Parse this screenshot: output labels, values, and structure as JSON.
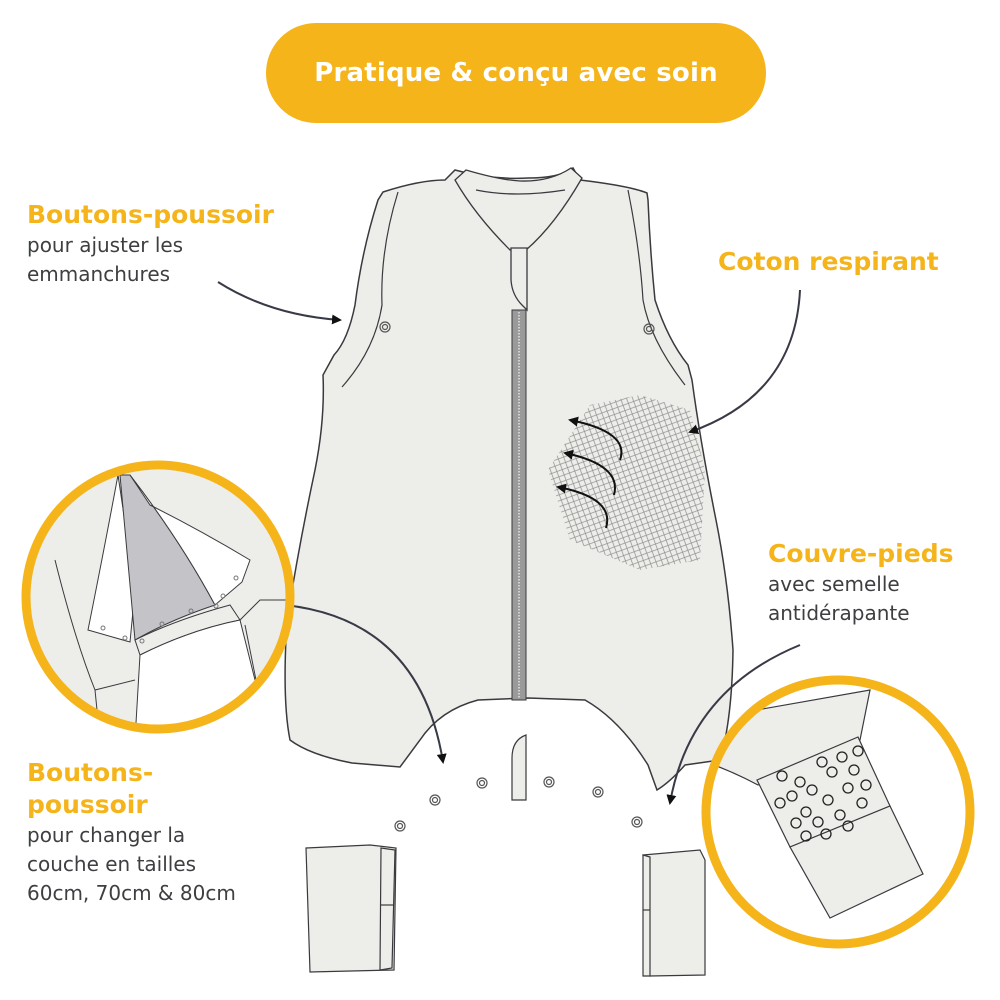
{
  "header": {
    "title": "Pratique & conçu avec soin"
  },
  "colors": {
    "accent": "#f4b41a",
    "text": "#3d3f42",
    "garment_fill": "#ededea",
    "outline": "#3a3a3e",
    "arrow": "#383a46",
    "inner_gray": "#c4c4c8"
  },
  "callouts": {
    "armhole": {
      "title": "Boutons-poussoir",
      "desc_line1": "pour ajuster les",
      "desc_line2": "emmanchures"
    },
    "cotton": {
      "title": "Coton respirant"
    },
    "feet": {
      "title": "Couvre-pieds",
      "desc_line1": "avec semelle",
      "desc_line2": "antidérapante"
    },
    "diaper": {
      "title_line1": "Boutons-",
      "title_line2": "poussoir",
      "desc_line1": "pour changer la",
      "desc_line2": "couche en tailles",
      "desc_line3": "60cm, 70cm & 80cm"
    }
  },
  "illustration": {
    "subject": "sleeveless baby sleep sack with legs, front zipper, snap buttons and foot covers",
    "insets": [
      "diaper-snap-opening-detail",
      "non-slip-sole-detail"
    ],
    "icons": [
      "armhole-arrow-icon",
      "cotton-arrow-icon",
      "airflow-arrows-icon",
      "diaper-arrow-icon",
      "feet-arrow-icon"
    ]
  }
}
